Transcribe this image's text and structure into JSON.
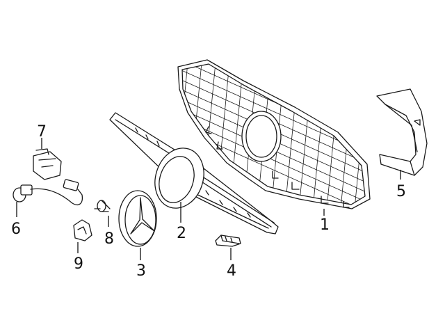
{
  "callouts": [
    {
      "id": "1",
      "label": "1"
    },
    {
      "id": "2",
      "label": "2"
    },
    {
      "id": "3",
      "label": "3"
    },
    {
      "id": "4",
      "label": "4"
    },
    {
      "id": "5",
      "label": "5"
    },
    {
      "id": "6",
      "label": "6"
    },
    {
      "id": "7",
      "label": "7"
    },
    {
      "id": "8",
      "label": "8"
    },
    {
      "id": "9",
      "label": "9"
    }
  ],
  "parts": [
    {
      "callout": "1",
      "drawing": "grille-mesh"
    },
    {
      "callout": "2",
      "drawing": "grille-frame-trim"
    },
    {
      "callout": "3",
      "drawing": "star-emblem"
    },
    {
      "callout": "4",
      "drawing": "clip"
    },
    {
      "callout": "5",
      "drawing": "side-trim-bracket"
    },
    {
      "callout": "6",
      "drawing": "sensor-with-cable"
    },
    {
      "callout": "7",
      "drawing": "radar-sensor-module"
    },
    {
      "callout": "8",
      "drawing": "screw"
    },
    {
      "callout": "9",
      "drawing": "mounting-bracket"
    }
  ]
}
